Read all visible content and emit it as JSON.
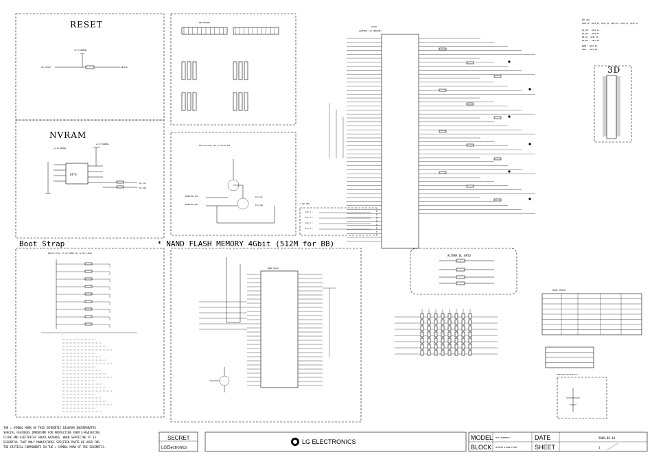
{
  "titles": {
    "reset": "RESET",
    "nvram": "NVRAM",
    "boot_strap": "Boot Strap",
    "nand_flash": "* NAND FLASH MEMORY 4Gbit (512M for BB)",
    "three_d": "3D",
    "altera_dl": "ALTERA DL GPIO",
    "i2c_map": "* I2C MAP",
    "pwr_header": "PWR HEADER",
    "wireless": "FOR wireless_IDC to Micom IDC",
    "pcb_esd": "FOR ESD 12V Pattern",
    "model_option": "MODEL OPTION"
  },
  "labels": {
    "ic_name": "IC100",
    "ic_part": "LGE3556C (C0 VERSION)",
    "nvram_chip": "AT*S",
    "nand_chip": "NAND FLASH",
    "soc_reset": "SOC_RESET",
    "bootstrap_note": "Default Pos. of all NAND pin is Pull-down",
    "ext_irq": "EXT IRQ",
    "ext_gpio_list": "GPIO_06, GPIO_01, GPIO_02, GPIO_03, GPIO_11, GPIO_14",
    "in_int": [
      "IN_INT : GPIO_23",
      "IN_INT : GPIO_27",
      "IN_IR : GPIO_26",
      "IN_DET : GPIO_28"
    ],
    "pwm": [
      "PWM0 : GPIO_06",
      "PWM1 : GPIO_09"
    ],
    "i2c_items": [
      "I2C_1 :",
      "I2C_2 :",
      "I2C_3 :",
      "I2C_4 :"
    ]
  },
  "footer": {
    "warning": [
      "THE ⚠ SYMBOL MARK OF THIS SCHEMETIC DIAGRAM INCORPORATES",
      "SPECIAL FEATURES IMPORTANT FOR PROTECTION FROM X-RADIATION.",
      "FILRE AND ELECTRICAL SHOCK HAZARDS, WHEN SERVICING IF IS",
      "ESSENTIAL THAT ONLY MANUFATURES SPECFIED PARTS BE USED FOR",
      "THE CRITICAL COMPONENTS IN THE ⚠ SYMBOL MARK OF THE SCHEMETIC."
    ],
    "secret": "SECRET",
    "lg_small": "LGElectronics",
    "lg_logo": "LG ELECTRONICS",
    "model_label": "MODEL",
    "model_value": "BCM (KVN0DBTV)",
    "block_label": "BLOCK",
    "block_value": "BCM3556 & NAND FLASH",
    "date_label": "DATE",
    "date_value": "2009.06.18",
    "sheet_label": "SHEET",
    "sheet_value": "1"
  },
  "icons": [
    "lg-logo-icon",
    "warning-triangle-icon"
  ]
}
